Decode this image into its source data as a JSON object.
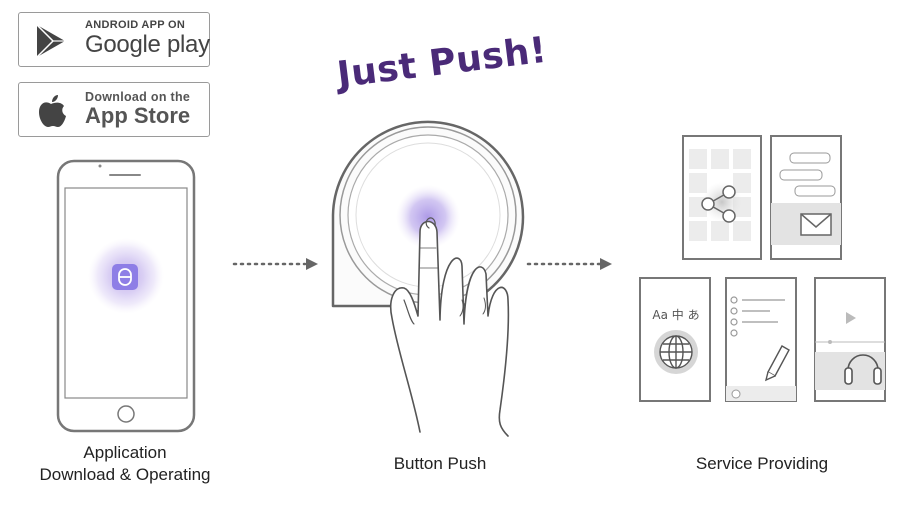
{
  "badges": {
    "google_play": {
      "line1": "ANDROID APP ON",
      "line2": "Google play"
    },
    "app_store": {
      "line1": "Download on the",
      "line2": "App Store"
    }
  },
  "headline": "Just Push!",
  "steps": [
    {
      "line1": "Application",
      "line2": "Download & Operating"
    },
    {
      "label": "Button Push"
    },
    {
      "label": "Service Providing"
    }
  ],
  "service_cards": {
    "translate_label": "Aa 中 あ"
  },
  "colors": {
    "accent": "#4a2a78",
    "glow": "#b9a6e8",
    "outline": "#7a7a7a",
    "app_icon": "#8e7ee6"
  }
}
